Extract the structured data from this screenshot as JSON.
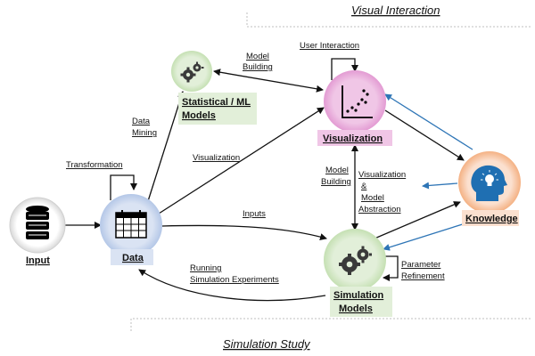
{
  "regions": {
    "top": "Visual Interaction",
    "bottom": "Simulation Study"
  },
  "nodes": {
    "input": "Input",
    "data": "Data",
    "stats_line1": "Statistical / ML",
    "stats_line2": "Models",
    "visualization": "Visualization",
    "knowledge": "Knowledge",
    "sim_line1": "Simulation",
    "sim_line2": "Models"
  },
  "edges": {
    "transformation": "Transformation",
    "data_mining_1": "Data",
    "data_mining_2": "Mining",
    "model_building_top_1": "Model",
    "model_building_top_2": "Building",
    "user_interaction": "User Interaction",
    "visualization_edge": "Visualization",
    "inputs": "Inputs",
    "model_building_mid_1": "Model",
    "model_building_mid_2": "Building",
    "vma_1": "Visualization",
    "vma_2": "&",
    "vma_3": "Model",
    "vma_4": "Abstraction",
    "running_1": "Running",
    "running_2": "Simulation Experiments",
    "param_1": "Parameter",
    "param_2": "Refinement"
  },
  "colors": {
    "arrow": "#111111",
    "knowledge_arrow": "#2e75b6",
    "data_fill": "#dae3f3",
    "stats_fill": "#e2efd9",
    "vis_fill": "#f0c6e6",
    "knowledge_fill": "#fbe0cf"
  }
}
